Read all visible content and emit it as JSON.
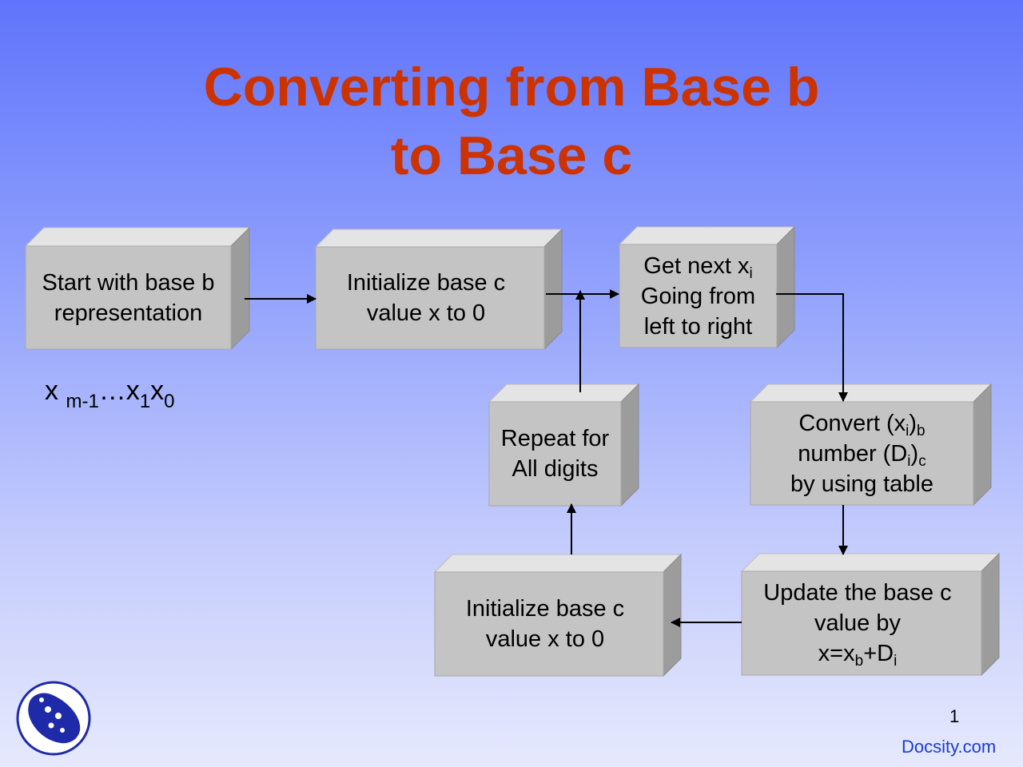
{
  "title": {
    "line1": "Converting from Base b",
    "line2": "to Base c"
  },
  "colors": {
    "title": "#cc3300",
    "box_front": "#c4c4c4",
    "box_top": "#e4e4e4",
    "box_side": "#9c9c9c",
    "brand": "#1a3cd0"
  },
  "boxes": {
    "start": {
      "line1": "Start with base b",
      "line2": "representation"
    },
    "init_top": {
      "line1": "Initialize base c",
      "line2": "value x to 0"
    },
    "get_next": {
      "line1": "Get next x",
      "line1_sub": "i",
      "line2": "Going from",
      "line3": "left to right"
    },
    "repeat": {
      "line1": "Repeat for",
      "line2": "All digits"
    },
    "convert": {
      "line1_a": "Convert (x",
      "line1_sub1": "i",
      "line1_b": ")",
      "line1_sub2": "b",
      "line2_a": "number (D",
      "line2_sub1": "i",
      "line2_b": ")",
      "line2_sub2": "c",
      "line3": "by using table"
    },
    "init_bottom": {
      "line1": "Initialize base c",
      "line2": "value x to 0"
    },
    "update": {
      "line1": "Update the base c",
      "line2": "value by",
      "line3_a": "x=x",
      "line3_sub1": "b",
      "line3_b": "+D",
      "line3_sub2": "i"
    }
  },
  "sequence": {
    "x_a": "x ",
    "sub_a": "m-1",
    "mid": "…x",
    "sub_b": "1",
    "x_c": "x",
    "sub_c": "0"
  },
  "footer": {
    "page_number": "1",
    "brand": "Docsity.com"
  },
  "icons": {
    "logo": "docsity-logo-icon"
  }
}
